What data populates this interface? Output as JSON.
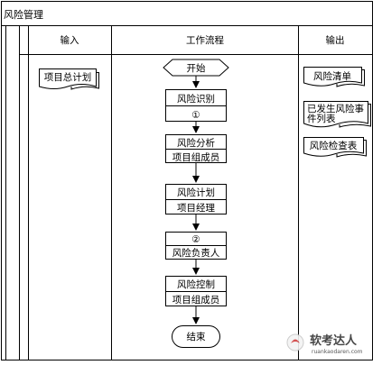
{
  "title": "风险管理",
  "columns": {
    "input": "输入",
    "process": "工作流程",
    "output": "输出"
  },
  "inputs": {
    "plan": "项目总计划"
  },
  "flow": {
    "start": "开始",
    "identify": {
      "top": "风险识别",
      "bottom": "①"
    },
    "analyze": {
      "top": "风险分析",
      "bottom": "项目组成员"
    },
    "plan": {
      "top": "风险计划",
      "bottom": "项目经理"
    },
    "owner": {
      "top": "②",
      "bottom": "风险负责人"
    },
    "control": {
      "top": "风险控制",
      "bottom": "项目组成员"
    },
    "end": "结束"
  },
  "outputs": {
    "risk_list_line1": "风险清单",
    "events_line1": "已发生风险事",
    "events_line2": "件列表",
    "checklist_line1": "风险检查表"
  },
  "watermark": {
    "logo": "软考达人",
    "url": "ruankaodaren.com"
  }
}
